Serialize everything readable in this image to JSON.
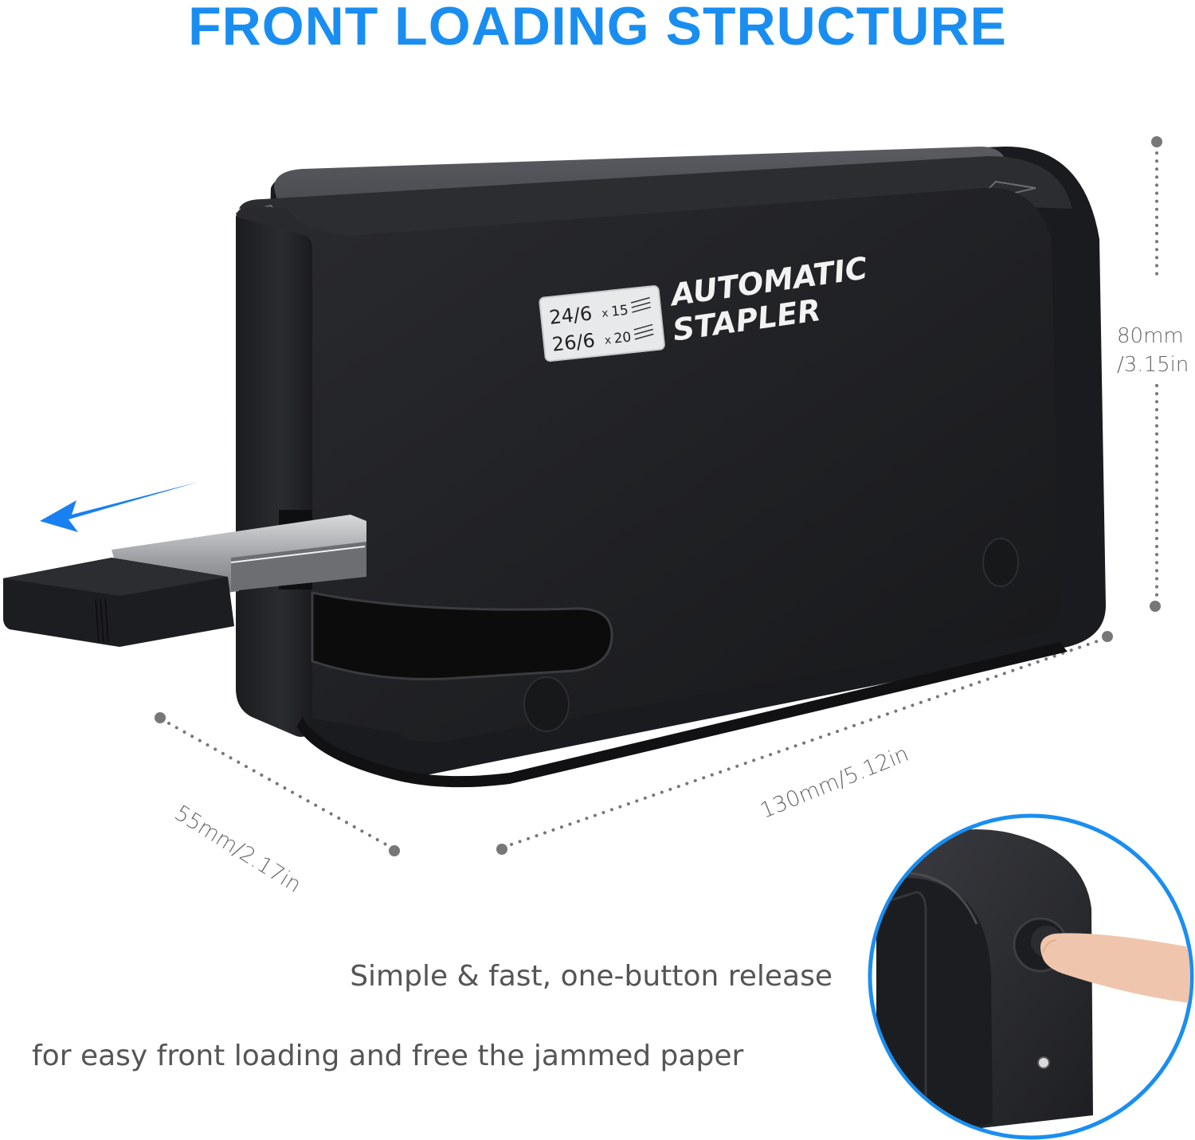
{
  "header": {
    "title": "FRONT LOADING STRUCTURE",
    "title_color": "#1a8ef0"
  },
  "product": {
    "name_line1": "AUTOMATIC",
    "name_line2": "STAPLER",
    "body_color": "#1f2023",
    "staple_specs": [
      {
        "size": "24/6",
        "multiplier": "x",
        "sheets": "15"
      },
      {
        "size": "26/6",
        "multiplier": "x",
        "sheets": "20"
      }
    ]
  },
  "dimensions": {
    "height": {
      "mm": "80mm",
      "in": "/3.15in"
    },
    "width": {
      "label": "55mm/2.17in"
    },
    "length": {
      "label": "130mm/5.12in"
    }
  },
  "arrow": {
    "direction": "left",
    "color": "#1a7ff0"
  },
  "inset": {
    "ring_color": "#1a8ef0",
    "subject": "finger pressing release button"
  },
  "captions": {
    "line1": "Simple & fast, one-button release",
    "line2": "for easy front loading and free the jammed paper"
  }
}
